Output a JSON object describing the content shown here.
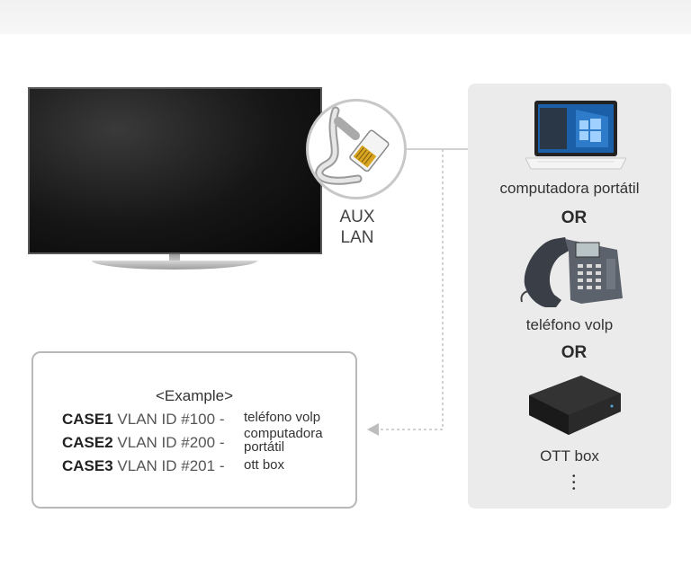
{
  "diagram": {
    "port_label_line1": "AUX",
    "port_label_line2": "LAN",
    "devices": [
      {
        "label": "computadora portátil",
        "icon": "laptop-icon"
      },
      {
        "label": "teléfono volp",
        "icon": "voip-phone-icon"
      },
      {
        "label": "OTT box",
        "icon": "ott-box-icon"
      }
    ],
    "separator": "OR",
    "more_indicator": "⋮",
    "example": {
      "title": "<Example>",
      "cases": [
        {
          "key": "CASE1",
          "vlan": "VLAN ID #100 -",
          "device": "teléfono volp"
        },
        {
          "key": "CASE2",
          "vlan": "VLAN ID #200 -",
          "device": "computadora portátil"
        },
        {
          "key": "CASE3",
          "vlan": "VLAN ID #201 -",
          "device": "ott box"
        }
      ]
    },
    "colors": {
      "panel_bg": "#ebebeb",
      "connector_line": "#bdbdbd",
      "tv_screen": "#111111"
    }
  }
}
